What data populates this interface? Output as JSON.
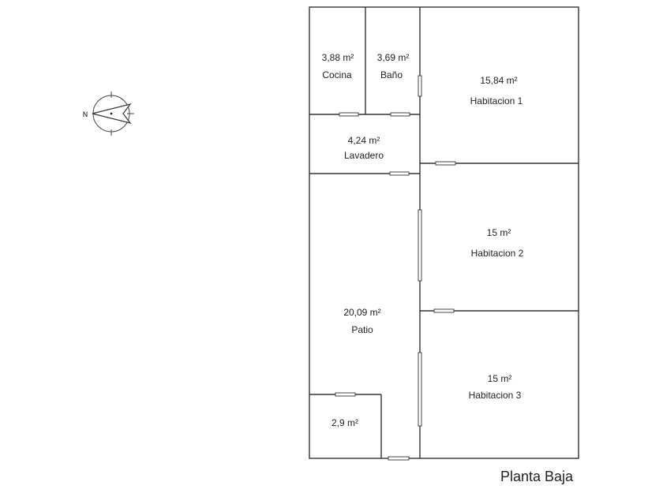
{
  "plan": {
    "title": "Planta Baja",
    "compass": {
      "letter": "N"
    },
    "rooms": [
      {
        "id": "cocina",
        "area": "3,88 m²",
        "name": "Cocina"
      },
      {
        "id": "bano",
        "area": "3,69 m²",
        "name": "Baño"
      },
      {
        "id": "habitacion-1",
        "area": "15,84 m²",
        "name": "Habitacion 1"
      },
      {
        "id": "lavadero",
        "area": "4,24 m²",
        "name": "Lavadero"
      },
      {
        "id": "habitacion-2",
        "area": "15 m²",
        "name": "Habitacion 2"
      },
      {
        "id": "patio",
        "area": "20,09 m²",
        "name": "Patio"
      },
      {
        "id": "habitacion-3",
        "area": "15 m²",
        "name": "Habitacion 3"
      },
      {
        "id": "small-room",
        "area": "2,9 m²",
        "name": ""
      }
    ]
  }
}
